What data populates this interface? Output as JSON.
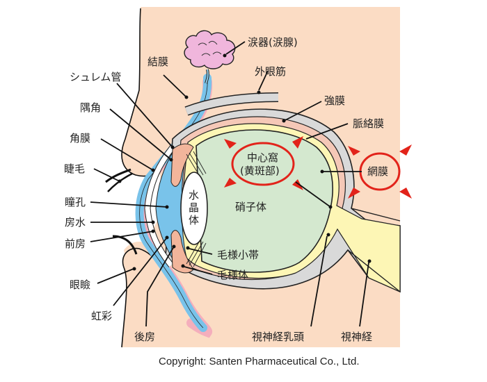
{
  "diagram": {
    "title": "Eye cross-section anatomy",
    "labels": {
      "lacrimal_gland": "涙器(涙腺)",
      "conjunctiva": "結膜",
      "extraocular_muscle": "外眼筋",
      "schlemm_canal": "シュレム管",
      "sclera": "強膜",
      "angle": "隅角",
      "choroid": "脈絡膜",
      "cornea": "角膜",
      "fovea_line1": "中心窩",
      "fovea_line2": "(黄斑部)",
      "retina": "網膜",
      "eyelash": "睫毛",
      "lens_1": "水",
      "lens_2": "晶",
      "lens_3": "体",
      "pupil": "瞳孔",
      "vitreous": "硝子体",
      "aqueous": "房水",
      "anterior_chamber": "前房",
      "zonule": "毛様小帯",
      "ciliary_body": "毛様体",
      "eyelid": "眼瞼",
      "iris": "虹彩",
      "posterior_chamber": "後房",
      "optic_disc": "視神経乳頭",
      "optic_nerve": "視神経"
    },
    "highlighted": [
      "中心窩(黄斑部)",
      "網膜"
    ],
    "colors": {
      "skin": "#fbdcc4",
      "cornea_blue": "#79c3ea",
      "vitreous_green": "#d4e8cf",
      "sclera_gray": "#d9d9d9",
      "retina_yellow": "#fdf6b5",
      "choroid_pink": "#f5c8b7",
      "gland_pink": "#f0b6dc",
      "highlight_red": "#e2231a"
    }
  },
  "copyright": "Copyright: Santen Pharmaceutical Co., Ltd."
}
